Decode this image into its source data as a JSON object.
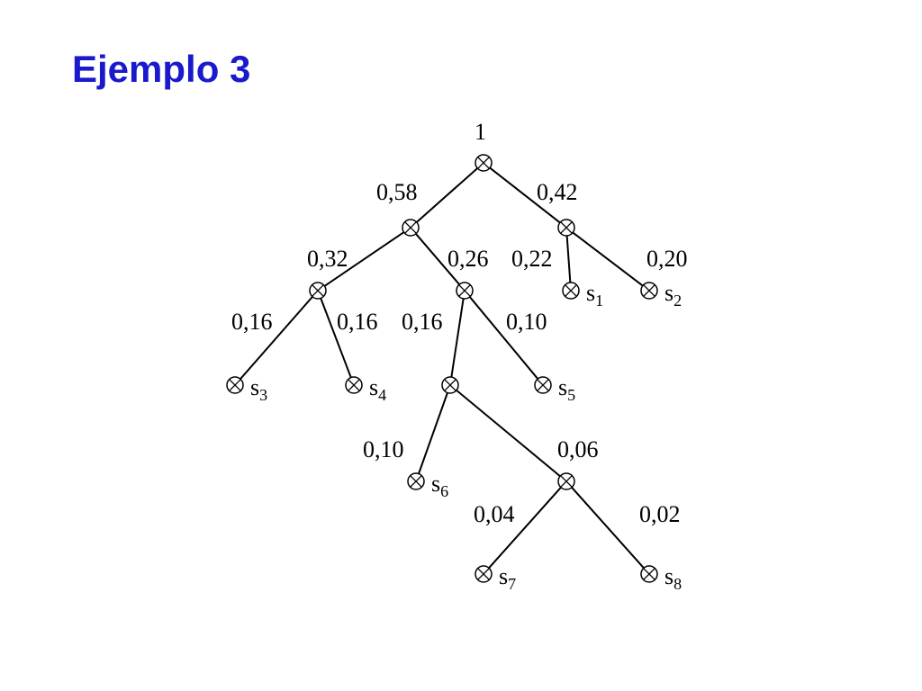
{
  "slide": {
    "title": "Ejemplo 3"
  },
  "tree": {
    "root_label": "1",
    "edges": [
      {
        "id": "e1",
        "from": "n0",
        "to": "n1",
        "prob": "0,58"
      },
      {
        "id": "e2",
        "from": "n0",
        "to": "n2",
        "prob": "0,42"
      },
      {
        "id": "e3",
        "from": "n1",
        "to": "n3",
        "prob": "0,32"
      },
      {
        "id": "e4",
        "from": "n1",
        "to": "n4",
        "prob": "0,26"
      },
      {
        "id": "e5",
        "from": "n2",
        "to": "s1",
        "prob": "0,22"
      },
      {
        "id": "e6",
        "from": "n2",
        "to": "s2",
        "prob": "0,20"
      },
      {
        "id": "e7",
        "from": "n3",
        "to": "s3",
        "prob": "0,16"
      },
      {
        "id": "e8",
        "from": "n3",
        "to": "s4",
        "prob": "0,16"
      },
      {
        "id": "e9",
        "from": "n4",
        "to": "n5",
        "prob": "0,16"
      },
      {
        "id": "e10",
        "from": "n4",
        "to": "s5",
        "prob": "0,10"
      },
      {
        "id": "e11",
        "from": "n5",
        "to": "s6",
        "prob": "0,10"
      },
      {
        "id": "e12",
        "from": "n5",
        "to": "n6",
        "prob": "0,06"
      },
      {
        "id": "e13",
        "from": "n6",
        "to": "s7",
        "prob": "0,04"
      },
      {
        "id": "e14",
        "from": "n6",
        "to": "s8",
        "prob": "0,02"
      }
    ],
    "leaves": [
      {
        "id": "s1",
        "base": "s",
        "sub": "1"
      },
      {
        "id": "s2",
        "base": "s",
        "sub": "2"
      },
      {
        "id": "s3",
        "base": "s",
        "sub": "3"
      },
      {
        "id": "s4",
        "base": "s",
        "sub": "4"
      },
      {
        "id": "s5",
        "base": "s",
        "sub": "5"
      },
      {
        "id": "s6",
        "base": "s",
        "sub": "6"
      },
      {
        "id": "s7",
        "base": "s",
        "sub": "7"
      },
      {
        "id": "s8",
        "base": "s",
        "sub": "8"
      }
    ]
  }
}
